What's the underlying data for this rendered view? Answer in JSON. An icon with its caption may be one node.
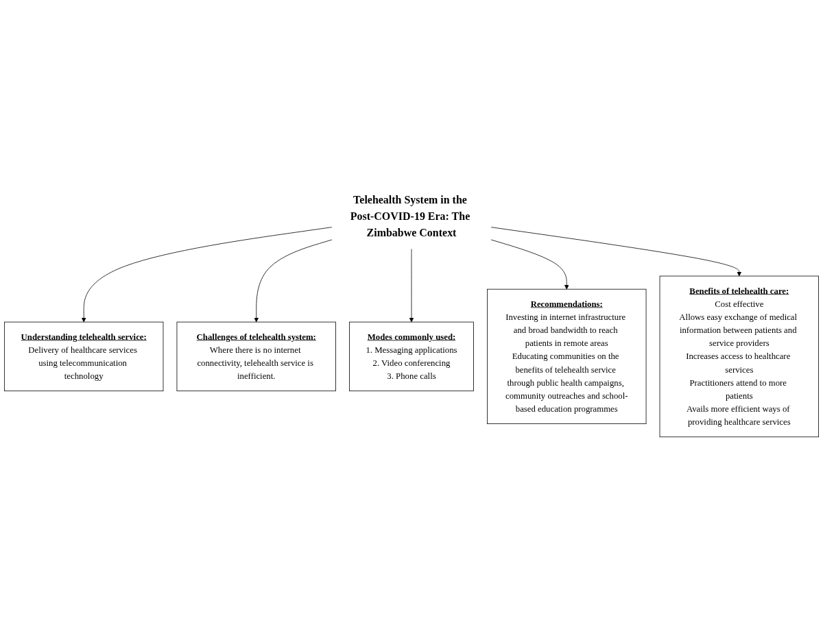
{
  "diagram": {
    "nodes": [
      {
        "text": [
          "Telehealth System in the Post-COVID-19 Era: The Zimbabwe Context"
        ]
      },
      {
        "text": [
          "Understanding telehealth service:",
          "Delivery of healthcare services using telecommunication technology"
        ]
      },
      {
        "text": [
          "Challenges of telehealth system:",
          "Where there is no internet connectivity, telehealth service is inefficient."
        ]
      },
      {
        "text": [
          "Modes commonly used:",
          "1. Messaging applications",
          "2. Video conferencing",
          "3. Phone calls"
        ]
      },
      {
        "text": [
          "Recommendations:",
          "Investing in internet infrastructure and broad bandwidth to reach patients in remote areas",
          "Educating communities on the benefits of telehealth service through public health campaigns, community outreaches and school-based education programmes"
        ]
      },
      {
        "text": [
          "Benefits of telehealth care:",
          "Cost effective",
          "Allows easy exchange of medical information between patients and service providers",
          "Increases access to healthcare services",
          "Practitioners attend to more patients",
          "Avails more efficient ways of providing healthcare services"
        ]
      }
    ],
    "edges": [
      {
        "from": 0,
        "to": 1,
        "arrow": "to"
      },
      {
        "from": 0,
        "to": 2,
        "arrow": "to"
      },
      {
        "from": 0,
        "to": 3,
        "arrow": "to"
      },
      {
        "from": 0,
        "to": 4,
        "arrow": "to"
      },
      {
        "from": 0,
        "to": 5,
        "arrow": "to"
      }
    ]
  }
}
